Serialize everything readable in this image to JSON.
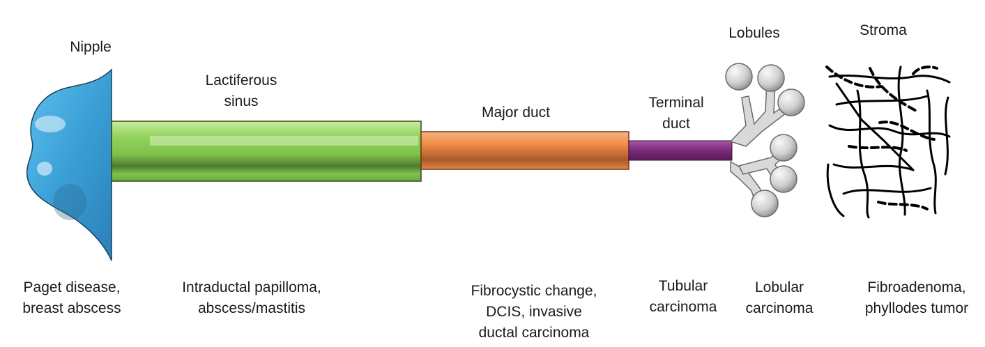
{
  "diagram": {
    "structures": {
      "nipple": "Nipple",
      "lactiferous_sinus": [
        "Lactiferous",
        "sinus"
      ],
      "major_duct": "Major duct",
      "terminal_duct": [
        "Terminal",
        "duct"
      ],
      "lobules": "Lobules",
      "stroma": "Stroma"
    },
    "conditions": {
      "nipple": [
        "Paget disease,",
        "breast abscess"
      ],
      "lactiferous_sinus": [
        "Intraductal papilloma,",
        "abscess/mastitis"
      ],
      "major_duct": [
        "Fibrocystic change,",
        "DCIS, invasive",
        "ductal carcinoma"
      ],
      "terminal_duct": [
        "Tubular",
        "carcinoma"
      ],
      "lobules": [
        "Lobular",
        "carcinoma"
      ],
      "stroma": [
        "Fibroadenoma,",
        "phyllodes tumor"
      ]
    },
    "colors": {
      "nipple": "#3a9fd6",
      "lactiferous_sinus": "#8ccf5a",
      "major_duct": "#ee8a44",
      "terminal_duct": "#7a2a7a",
      "lobules": "#cccccc",
      "stroma": "#000000"
    }
  }
}
